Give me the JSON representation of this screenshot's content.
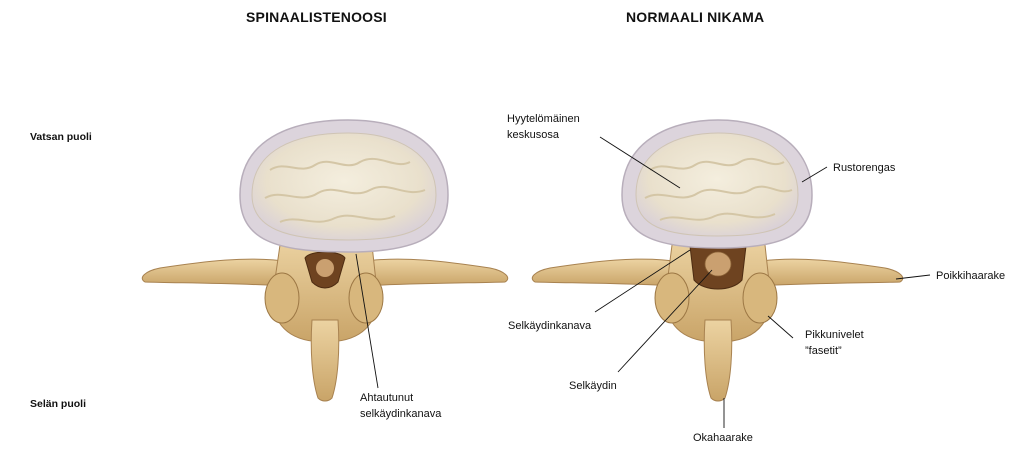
{
  "titles": {
    "left": "SPINAALISTENOOSI",
    "right": "NORMAALI NIKAMA"
  },
  "sides": {
    "ventral": "Vatsan puoli",
    "dorsal": "Selän puoli"
  },
  "labels": {
    "narrowed_canal_1": "Ahtautunut",
    "narrowed_canal_2": "selkäydinkanava",
    "nucleus_1": "Hyytelömäinen",
    "nucleus_2": "keskusosa",
    "annulus": "Rustorengas",
    "transverse_process": "Poikkihaarake",
    "spinal_canal": "Selkäydinkanava",
    "spinal_cord": "Selkäydin",
    "facets_1": "Pikkunivelet",
    "facets_2": "”fasetit”",
    "spinous_process": "Okahaarake"
  },
  "colors": {
    "bone": "#e2c48e",
    "bone_dark": "#b08a52",
    "disc_ring": "#dcd4dc",
    "disc_core": "#efe6cf",
    "canal": "#6e4320"
  }
}
